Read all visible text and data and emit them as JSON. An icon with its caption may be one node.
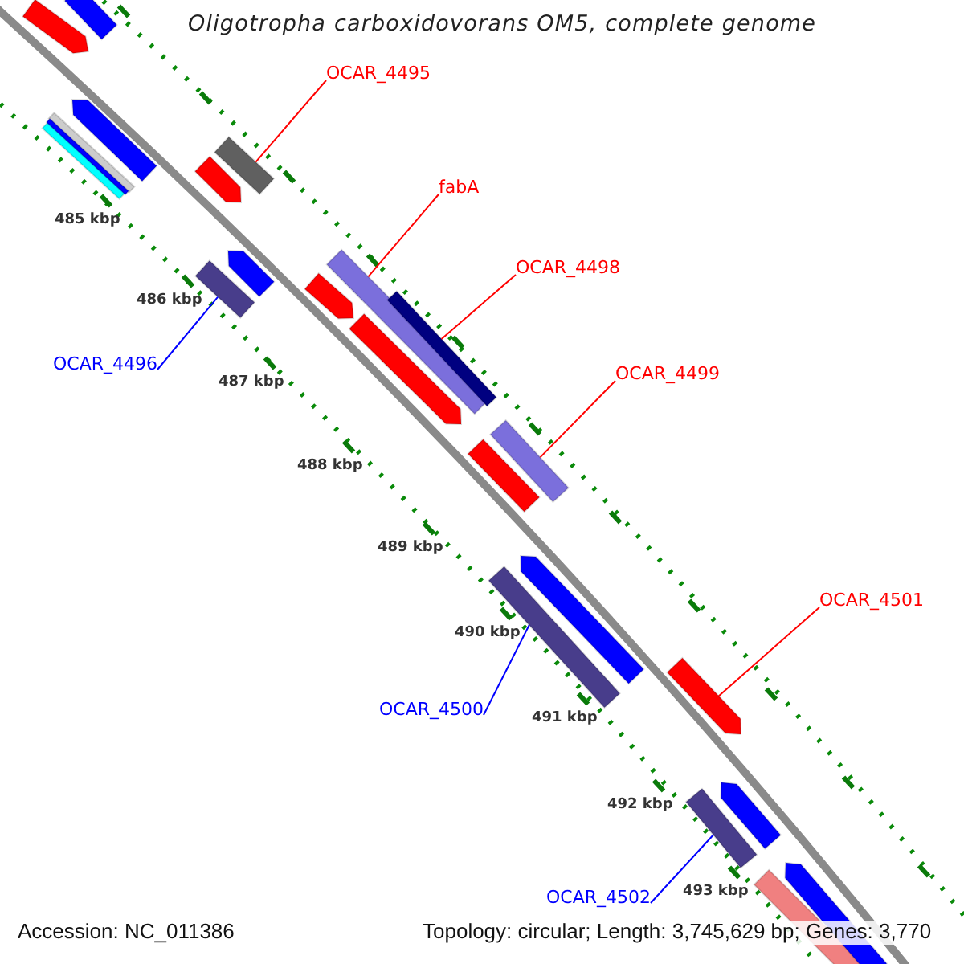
{
  "diagram": {
    "title": "Oligotropha carboxidovorans OM5, complete genome",
    "nodes": [
      {
        "text": [
          "OCAR_4495"
        ]
      },
      {
        "text": [],
        "shape": "bar"
      },
      {
        "text": [
          "fabA"
        ]
      },
      {
        "text": [],
        "shape": "bar"
      },
      {
        "text": [
          "OCAR_4498"
        ]
      },
      {
        "text": [],
        "shape": "bar"
      },
      {
        "text": [
          "OCAR_4499"
        ]
      },
      {
        "text": [],
        "shape": "bar"
      },
      {
        "text": [
          "OCAR_4496"
        ]
      },
      {
        "text": [],
        "shape": "bar"
      },
      {
        "text": [
          "OCAR_4500"
        ]
      },
      {
        "text": [],
        "shape": "bar"
      },
      {
        "text": [
          "OCAR_4501"
        ]
      },
      {
        "text": [],
        "shape": "bar"
      },
      {
        "text": [
          "OCAR_4502"
        ]
      },
      {
        "text": [],
        "shape": "bar"
      },
      {
        "text": [],
        "shape": "bar"
      },
      {
        "text": [],
        "shape": "bar"
      },
      {
        "text": [],
        "shape": "bar"
      },
      {
        "text": [],
        "shape": "bar"
      },
      {
        "text": [],
        "shape": "bar"
      },
      {
        "text": [],
        "shape": "bar"
      },
      {
        "text": [],
        "shape": "bar"
      },
      {
        "text": [],
        "shape": "bar"
      },
      {
        "text": [],
        "shape": "bar"
      },
      {
        "text": [],
        "shape": "bar"
      },
      {
        "text": [],
        "shape": "bar"
      },
      {
        "text": [],
        "shape": "bar"
      },
      {
        "text": [],
        "shape": "bar"
      },
      {
        "text": [],
        "shape": "bar"
      },
      {
        "text": [],
        "shape": "bar"
      }
    ],
    "edges": [
      {
        "from": 0,
        "to": 1,
        "arrow": "none"
      },
      {
        "from": 2,
        "to": 3,
        "arrow": "none"
      },
      {
        "from": 4,
        "to": 5,
        "arrow": "none"
      },
      {
        "from": 6,
        "to": 7,
        "arrow": "none"
      },
      {
        "from": 8,
        "to": 9,
        "arrow": "none",
        "color": "#0000ff"
      },
      {
        "from": 10,
        "to": 11,
        "arrow": "none",
        "color": "#0000ff"
      },
      {
        "from": 12,
        "to": 13,
        "arrow": "none"
      },
      {
        "from": 14,
        "to": 15,
        "arrow": "none",
        "color": "#0000ff"
      }
    ],
    "labels": [
      "485 kbp",
      "486 kbp",
      "487 kbp",
      "488 kbp",
      "489 kbp",
      "490 kbp",
      "491 kbp",
      "492 kbp",
      "493 kbp",
      "Accession: NC_011386",
      "Topology: circular; Length: 3,745,629 bp; Genes: 3,770"
    ]
  }
}
